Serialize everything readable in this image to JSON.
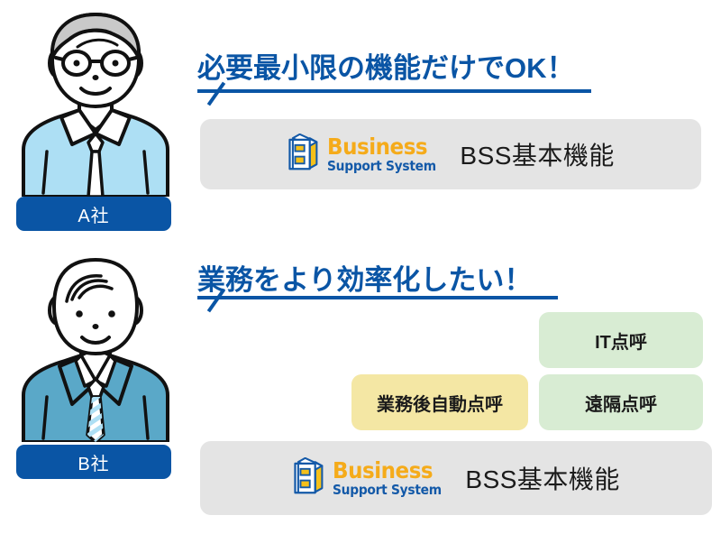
{
  "colors": {
    "brand_blue": "#0a55a5",
    "bar_gray": "#e4e4e4",
    "chip_green": "#d8ecd3",
    "chip_yellow": "#f4e7a4",
    "logo_yellow": "#f5ab1a",
    "logo_blue": "#1359a8",
    "shirt_blue": "#addff4",
    "suit_teal": "#5aa8c8"
  },
  "rows": [
    {
      "badge_label": "A社",
      "headline": "必要最小限の機能だけでOK！",
      "avatar_name": "avatar-older-man-glasses",
      "product_bar": {
        "logo_top": "Business",
        "logo_bottom": "Support System",
        "logo_icon": "bss-isometric-b-logo-icon",
        "title": "BSS基本機能"
      },
      "chips": []
    },
    {
      "badge_label": "B社",
      "headline": "業務をより効率化したい！",
      "avatar_name": "avatar-young-man-suit",
      "product_bar": {
        "logo_top": "Business",
        "logo_bottom": "Support System",
        "logo_icon": "bss-isometric-b-logo-icon",
        "title": "BSS基本機能"
      },
      "chips": [
        {
          "label": "IT点呼",
          "tone": "green"
        },
        {
          "label": "遠隔点呼",
          "tone": "green"
        },
        {
          "label": "業務後自動点呼",
          "tone": "yellow"
        }
      ]
    }
  ]
}
